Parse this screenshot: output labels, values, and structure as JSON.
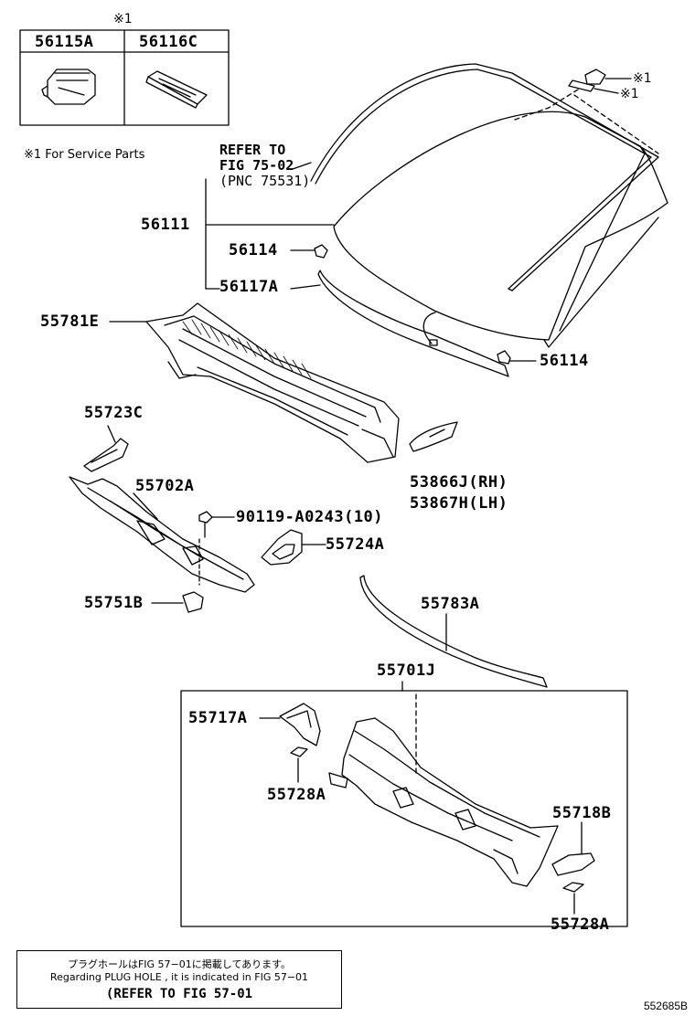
{
  "service_mark": "※1",
  "service_table": {
    "headers": [
      "56115A",
      "56116C"
    ]
  },
  "service_note": "※1 For Service Parts",
  "windshield_ref": {
    "line1": "REFER TO",
    "line2": "FIG 75-02",
    "line3": "(PNC 75531)"
  },
  "callouts": {
    "p56111": "56111",
    "p56114_left": "56114",
    "p56117A": "56117A",
    "p56114_right": "56114",
    "mark1_a": "※1",
    "mark1_b": "※1",
    "p55781E": "55781E",
    "p55723C": "55723C",
    "p55702A": "55702A",
    "p90119": "90119-A0243(10)",
    "p55724A": "55724A",
    "p55751B": "55751B",
    "p53866J": "53866J(RH)",
    "p53867H": "53867H(LH)",
    "p55783A": "55783A",
    "p55701J": "55701J",
    "p55717A": "55717A",
    "p55728A_left": "55728A",
    "p55718B": "55718B",
    "p55728A_right": "55728A"
  },
  "bottom_note": {
    "japanese": "プラグホールはFIG 57−01に掲載してあります。",
    "english": "Regarding PLUG HOLE , it is indicated in FIG 57−01",
    "refer": "(REFER TO FIG 57-01"
  },
  "catalog_number": "552685B"
}
